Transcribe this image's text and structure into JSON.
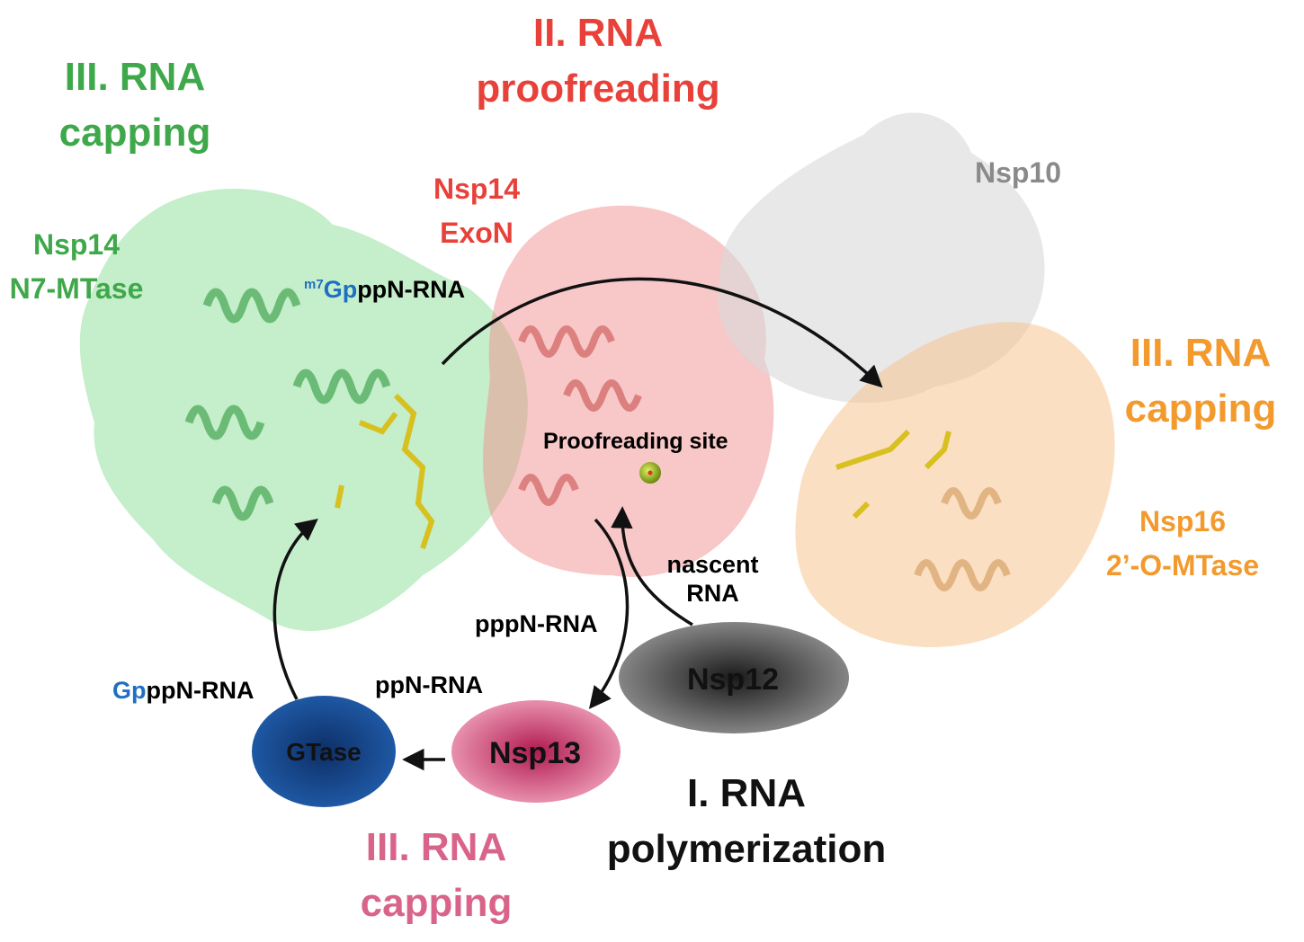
{
  "colors": {
    "green": "#3fa84a",
    "red": "#e8413a",
    "orange": "#f39a2e",
    "gray": "#8a8a8a",
    "pink": "#d9648a",
    "blue": "#1e6fc4",
    "navy": "#1c4f8f",
    "black": "#111111"
  },
  "stages": {
    "capping_left": [
      "III. RNA",
      "capping"
    ],
    "proofreading": [
      "II. RNA",
      "proofreading"
    ],
    "capping_right": [
      "III. RNA",
      "capping"
    ],
    "capping_bottom": [
      "III. RNA",
      "capping"
    ],
    "polymerization": [
      "I. RNA",
      "polymerization"
    ]
  },
  "proteins": {
    "nsp14_mtase": [
      "Nsp14",
      "N7-MTase"
    ],
    "nsp14_exon": [
      "Nsp14",
      "ExoN"
    ],
    "nsp10": "Nsp10",
    "nsp16": [
      "Nsp16",
      "2’-O-MTase"
    ],
    "nsp12": "Nsp12",
    "nsp13": "Nsp13",
    "gtase": "GTase"
  },
  "rna_labels": {
    "m7gpppn": {
      "sup": "m7",
      "blue": "Gp",
      "rest": "ppN-RNA"
    },
    "gpppn": {
      "blue": "Gp",
      "rest": "ppN-RNA"
    },
    "ppn": "ppN-RNA",
    "pppn": "pppN-RNA",
    "nascent": [
      "nascent",
      "RNA"
    ],
    "proofreading_site": "Proofreading site"
  }
}
